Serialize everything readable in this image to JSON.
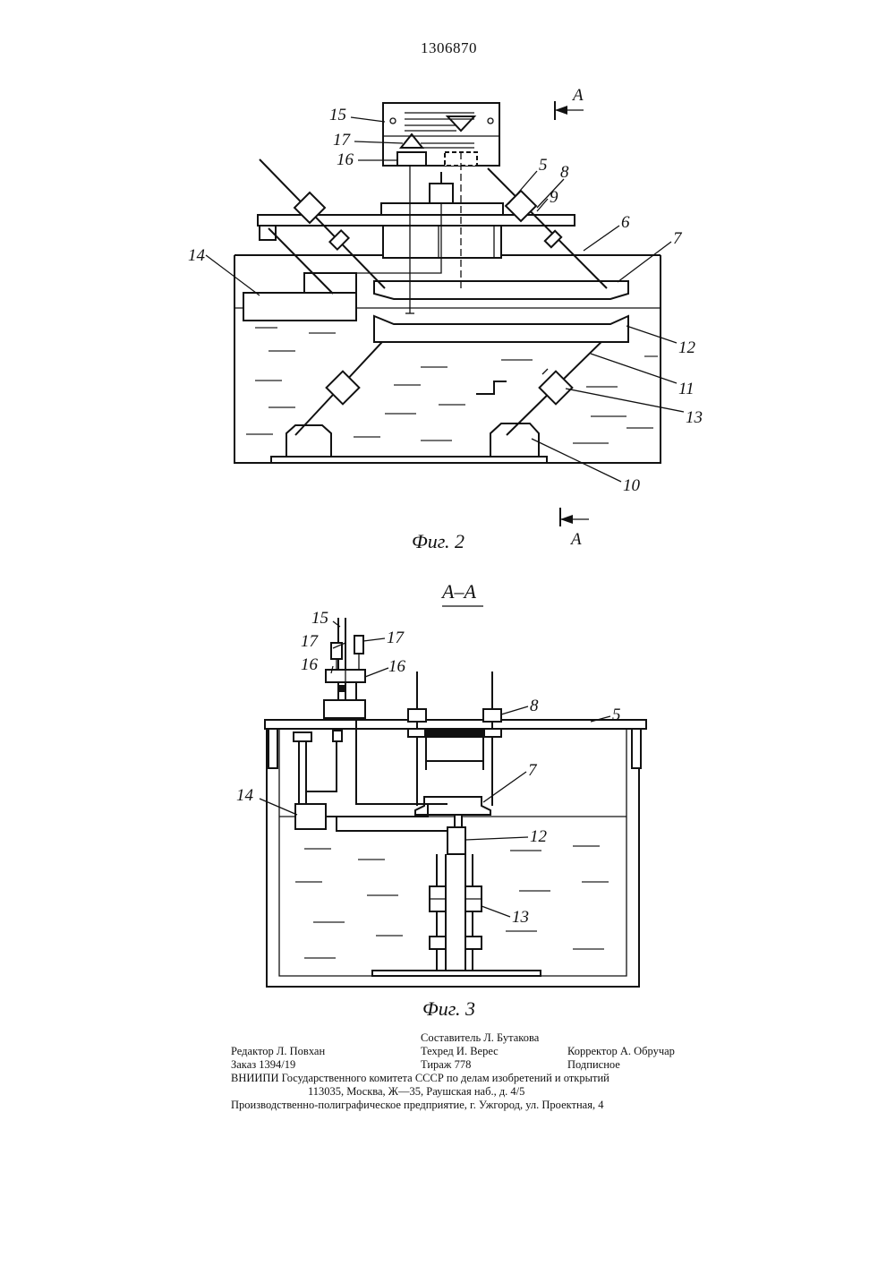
{
  "header": {
    "page_number": "1306870"
  },
  "figure2": {
    "caption": "Фиг. 2",
    "section_mark": "А",
    "labels": [
      "15",
      "17",
      "16",
      "5",
      "8",
      "9",
      "6",
      "7",
      "14",
      "12",
      "11",
      "13",
      "10"
    ]
  },
  "figure3": {
    "caption": "Фиг. 3",
    "section_title": "А–А",
    "labels": [
      "15",
      "17",
      "17",
      "16",
      "16",
      "8",
      "5",
      "7",
      "14",
      "12",
      "13"
    ]
  },
  "imprint": {
    "compiler": "Составитель Л. Бутакова",
    "editor": "Редактор Л. Повхан",
    "techeditor": "Техред И. Верес",
    "corrector": "Корректор А. Обручар",
    "order": "Заказ 1394/19",
    "print_run": "Тираж 778",
    "subscription": "Подписное",
    "publisher": "ВНИИПИ Государственного комитета СССР по делам изобретений и открытий",
    "address": "113035, Москва, Ж—35, Раушская наб., д. 4/5",
    "printer": "Производственно-полиграфическое предприятие, г. Ужгород, ул. Проектная, 4"
  }
}
